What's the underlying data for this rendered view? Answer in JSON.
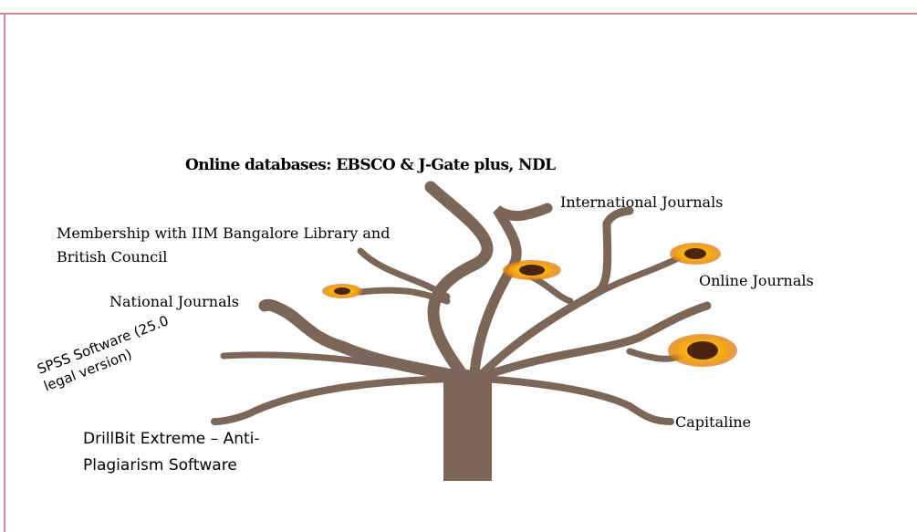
{
  "diagram": {
    "labels": {
      "online_databases": "Online databases: EBSCO & J-Gate plus, NDL",
      "international_journals": "International Journals",
      "membership": "Membership with IIM Bangalore Library and British Council",
      "national_journals": "National Journals",
      "online_journals": "Online Journals",
      "spss": "SPSS Software  (25.0 legal version)",
      "drillbit": "DrillBit Extreme – Anti-Plagiarism Software",
      "capitaline": "Capitaline"
    },
    "colors": {
      "tree": "#7b6657",
      "border": "#d98a94",
      "petal": "#f2a516",
      "flower_center": "#4a2410"
    },
    "icons": [
      "tree-icon",
      "sunflower-icon"
    ]
  }
}
